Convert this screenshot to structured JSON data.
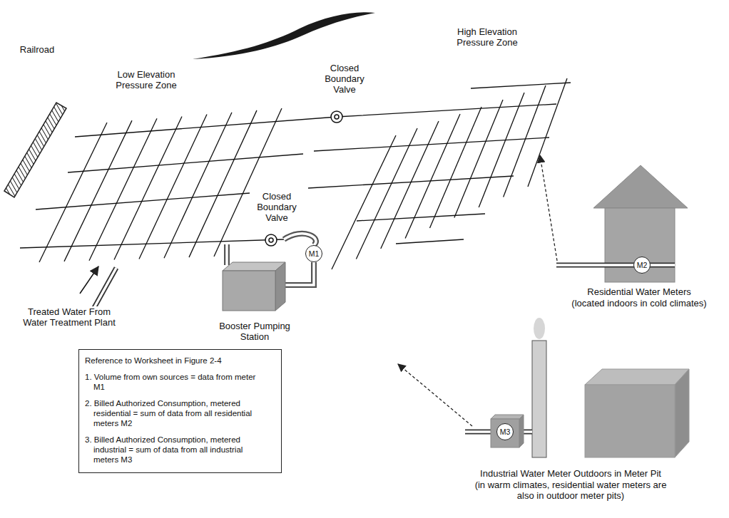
{
  "diagram": {
    "nodes": [
      {
        "text": [
          "M1"
        ]
      },
      {
        "text": [
          "M2"
        ]
      },
      {
        "text": [
          "Reference to Worksheet in Figure 2-4",
          "1. Volume from own sources = data from meter M1",
          "2. Billed Authorized Consumption, metered residential = sum of data from all residential meters M2",
          "3. Billed Authorized Consumption, metered industrial = sum of data from all industrial meters M3"
        ]
      },
      {
        "text": [
          "M3"
        ]
      }
    ],
    "labels": [
      "Railroad",
      "Low Elevation Pressure Zone",
      "High Elevation Pressure Zone",
      "Closed Boundary Valve",
      "Closed Boundary Valve",
      "Treated Water From Water Treatment Plant",
      "Booster Pumping Station",
      "Residential Water Meters",
      "(located indoors in cold climates)",
      "Industrial Water Meter Outdoors in Meter Pit",
      "(in warm climates, residential water meters are also in outdoor meter pits)"
    ]
  }
}
